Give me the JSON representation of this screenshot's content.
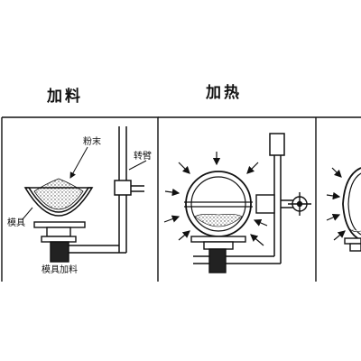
{
  "headings": {
    "charging": "加料",
    "heating": "加热"
  },
  "labels": {
    "powder": "粉末",
    "rotating_arm": "转臂",
    "mold": "模具",
    "mold_charging": "模具加料"
  },
  "colors": {
    "ink": "#111111",
    "background": "#ffffff",
    "powder_fill": "#d9d9d9"
  },
  "icons": {
    "heat_arrow": "arrow-right",
    "hand_wheel": "gear"
  }
}
